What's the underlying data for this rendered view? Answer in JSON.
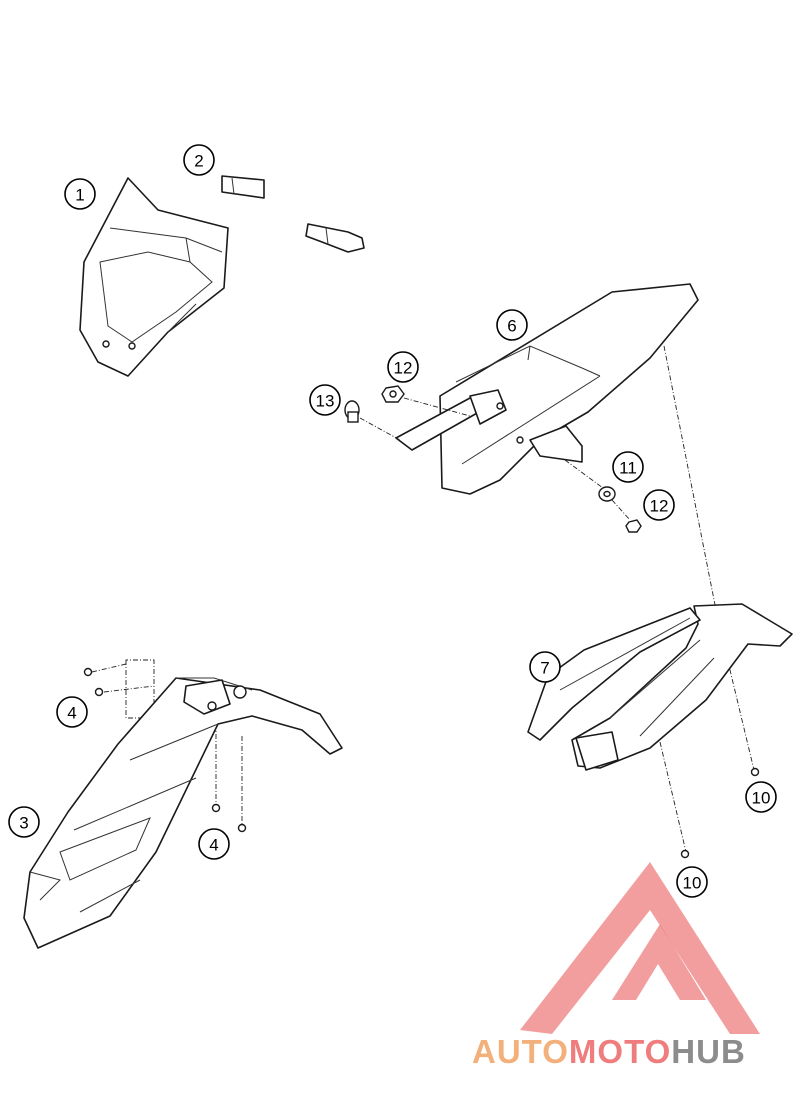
{
  "callouts": {
    "c1": "1",
    "c2": "2",
    "c3": "3",
    "c4a": "4",
    "c4b": "4",
    "c6": "6",
    "c7": "7",
    "c10a": "10",
    "c10b": "10",
    "c11": "11",
    "c12a": "12",
    "c12b": "12",
    "c13": "13"
  },
  "watermark": {
    "part1": "AUTO",
    "part2": "MOTO",
    "part3": "HUB",
    "color_light": "#f3b07a",
    "color_accent": "#ef7d7d",
    "color_dark": "#8c8c8c"
  }
}
